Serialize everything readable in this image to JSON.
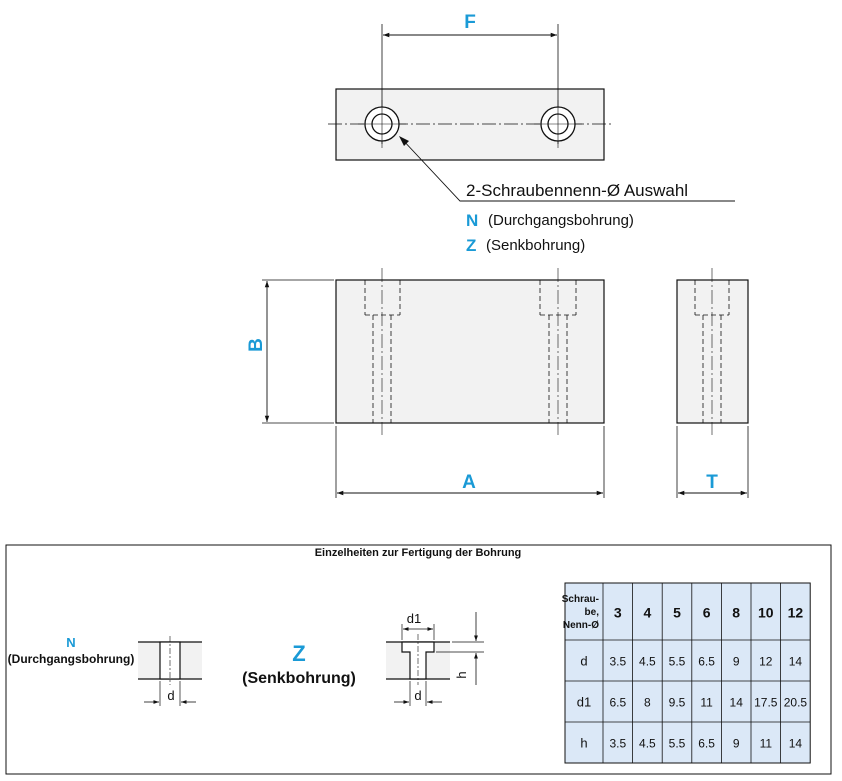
{
  "dimensions": {
    "F": "F",
    "B": "B",
    "A": "A",
    "T": "T"
  },
  "callout": {
    "title": "2-Schraubennenn-Ø Auswahl",
    "n_code": "N",
    "n_text": "(Durchgangsbohrung)",
    "z_code": "Z",
    "z_text": "(Senkbohrung)"
  },
  "detail_panel": {
    "title": "Einzelheiten zur Fertigung der Bohrung",
    "n_code": "N",
    "n_text": "(Durchgangsbohrung)",
    "z_code": "Z",
    "z_text": "(Senkbohrung)",
    "label_d": "d",
    "label_d1": "d1",
    "label_h": "h"
  },
  "table": {
    "header_label": [
      "Schrau-",
      "be,",
      "Nenn-Ø"
    ],
    "columns": [
      "3",
      "4",
      "5",
      "6",
      "8",
      "10",
      "12"
    ],
    "rows": [
      {
        "label": "d",
        "values": [
          "3.5",
          "4.5",
          "5.5",
          "6.5",
          "9",
          "12",
          "14"
        ]
      },
      {
        "label": "d1",
        "values": [
          "6.5",
          "8",
          "9.5",
          "11",
          "14",
          "17.5",
          "20.5"
        ]
      },
      {
        "label": "h",
        "values": [
          "3.5",
          "4.5",
          "5.5",
          "6.5",
          "9",
          "11",
          "14"
        ]
      }
    ]
  },
  "colors": {
    "accent": "#1a9ad6",
    "body_fill": "#f2f2f2",
    "table_fill": "#dbe8f7",
    "line": "#111111"
  }
}
